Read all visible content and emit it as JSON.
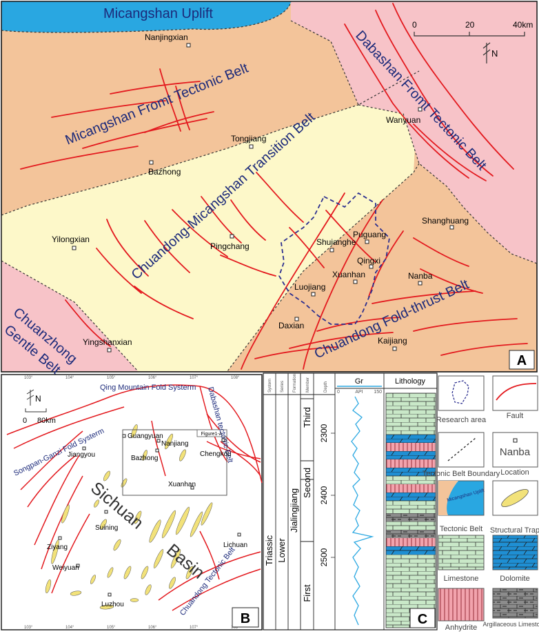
{
  "panel_a": {
    "uplift_label": "Micangshan Uplift",
    "belt_labels": {
      "micangshan_front": "Micangshan Fromt Tectonic Belt",
      "dabashan_front": "Dabashan Fromt Tectonic Belt",
      "transition": "Chuandong-Micangshan Transition Belt",
      "chuanzhong_line1": "Chuanzhong",
      "chuanzhong_line2": "Gentle Belt",
      "fold_thrust": "Chuandong Fold-thrust Belt"
    },
    "locations": [
      {
        "name": "Nanjingxian"
      },
      {
        "name": "Wanyuan"
      },
      {
        "name": "Tongjiang"
      },
      {
        "name": "Bazhong"
      },
      {
        "name": "Yilongxian"
      },
      {
        "name": "Pingchang"
      },
      {
        "name": "Shuianghe"
      },
      {
        "name": "Puguang"
      },
      {
        "name": "Shanghuang"
      },
      {
        "name": "Qingxi"
      },
      {
        "name": "Xuanhan"
      },
      {
        "name": "Nanba"
      },
      {
        "name": "Luojiang"
      },
      {
        "name": "Daxian"
      },
      {
        "name": "Yingshanxian"
      },
      {
        "name": "Kaijiang"
      }
    ],
    "scale": {
      "ticks": [
        "0",
        "20",
        "40km"
      ]
    },
    "north": "N",
    "panel_letter": "A"
  },
  "panel_b": {
    "labels": {
      "qing": "Qing Mountain Fold Systerm",
      "dabashan": "Dabashan tectonic Belt",
      "songpan": "Songpan-Ganzi Fold Systerm",
      "basin_1": "Sichuan",
      "basin_2": "Basin",
      "chuandong": "Chuandong Tectonic Belt",
      "figure_box": "Figure1-A"
    },
    "cities": [
      {
        "name": "Guangyuan"
      },
      {
        "name": "Nanjiang"
      },
      {
        "name": "Bazhong"
      },
      {
        "name": "Chengkou"
      },
      {
        "name": "Jiangyou"
      },
      {
        "name": "Xuanhan"
      },
      {
        "name": "Suining"
      },
      {
        "name": "Ziyang"
      },
      {
        "name": "Lichuan"
      },
      {
        "name": "Weiyuan"
      },
      {
        "name": "Luzhou"
      }
    ],
    "scale": {
      "ticks": [
        "0",
        "80km"
      ]
    },
    "north": "N",
    "panel_letter": "B"
  },
  "panel_c": {
    "headers": {
      "system": "System",
      "series": "Series",
      "formation": "Formation",
      "member": "Member",
      "depth": "Depth"
    },
    "system": "Triassic",
    "series": "Lower",
    "formation": "Jialingjiang",
    "members": [
      "Third",
      "Second",
      "First"
    ],
    "depths": [
      "2300",
      "2400",
      "2500"
    ],
    "gr": {
      "title": "Gr",
      "min": "0",
      "unit": "API",
      "max": "150"
    },
    "lithology_title": "Lithology",
    "panel_letter": "C"
  },
  "legend": [
    {
      "key": "research",
      "label": "Research area"
    },
    {
      "key": "fault",
      "label": "Fault"
    },
    {
      "key": "boundary",
      "label": "Tectonic Belt Boundary"
    },
    {
      "key": "location",
      "label": "Location",
      "sample": "Nanba"
    },
    {
      "key": "belt",
      "label": "Tectonic Belt",
      "sample": "Micangshan Uplift"
    },
    {
      "key": "trap",
      "label": "Structural Trap"
    },
    {
      "key": "limestone",
      "label": "Limestone"
    },
    {
      "key": "dolomite",
      "label": "Dolomite"
    },
    {
      "key": "anhydrite",
      "label": "Anhydrite"
    },
    {
      "key": "argillaceous",
      "label": "Argillaceous Limestone"
    }
  ],
  "colors": {
    "uplift": "#29a7e1",
    "front_belt": "#f3c49a",
    "transition": "#fdf8c9",
    "dabashan": "#f7c3c8",
    "fault": "#e3191e",
    "research": "#2b2e8f",
    "trap": "#f2e27a",
    "limestone": "#c9e8c8",
    "dolomite": "#1f8fd3",
    "anhydrite": "#f2a3ad",
    "argillaceous": "#8c8c8c",
    "gr_curve": "#29a7e1",
    "label_blue": "#1c2a7a"
  }
}
